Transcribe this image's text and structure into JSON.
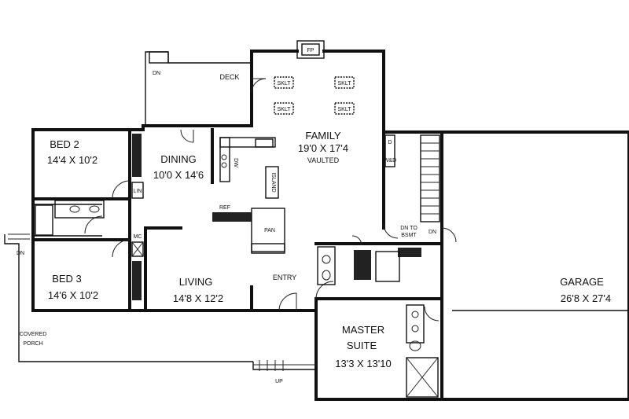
{
  "rooms": {
    "family": {
      "name": "FAMILY",
      "size": "19'0 X 17'4",
      "note": "VAULTED"
    },
    "dining": {
      "name": "DINING",
      "size": "10'0 X 14'6"
    },
    "bed2": {
      "name": "BED 2",
      "size": "14'4 X 10'2"
    },
    "bed3": {
      "name": "BED 3",
      "size": "14'6 X 10'2"
    },
    "living": {
      "name": "LIVING",
      "size": "14'8 X 12'2"
    },
    "master": {
      "name": "MASTER",
      "name2": "SUITE",
      "size": "13'3 X 13'10"
    },
    "garage": {
      "name": "GARAGE",
      "size": "26'8 X 27'4"
    }
  },
  "labels": {
    "deck": "DECK",
    "entry": "ENTRY",
    "covered": "COVERED",
    "porch": "PORCH",
    "skylight": "SKLT",
    "fireplace": "FP",
    "island": "ISLAND",
    "ref": "REF",
    "pantry": "PAN",
    "linen": "LIN",
    "mc": "MC",
    "washer_dryer": "W&D",
    "dn": "DN",
    "up": "UP",
    "dn_to": "DN TO",
    "bsmt": "BSMT",
    "dw": "DW",
    "d": "D"
  }
}
